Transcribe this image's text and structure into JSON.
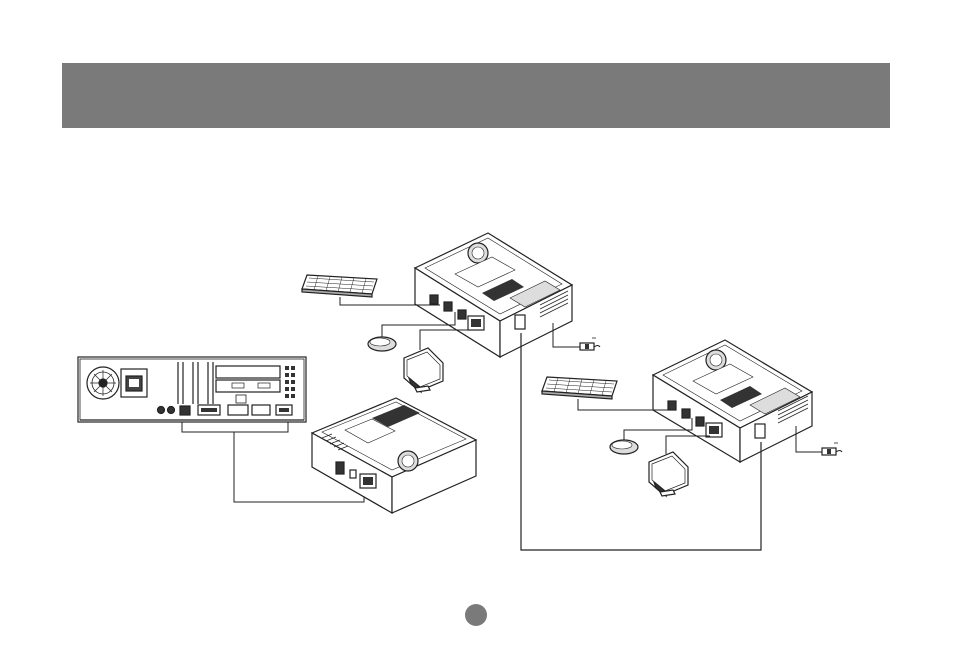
{
  "header": {
    "title": "",
    "color": "#7a7a7a"
  },
  "page": {
    "number": ""
  },
  "icons": {
    "computer": "computer-chassis-rear",
    "kvm": "kvm-switch-unit",
    "keyboard": "keyboard",
    "mouse": "mouse",
    "monitor": "crt-monitor",
    "power": "power-adapter-plug"
  }
}
